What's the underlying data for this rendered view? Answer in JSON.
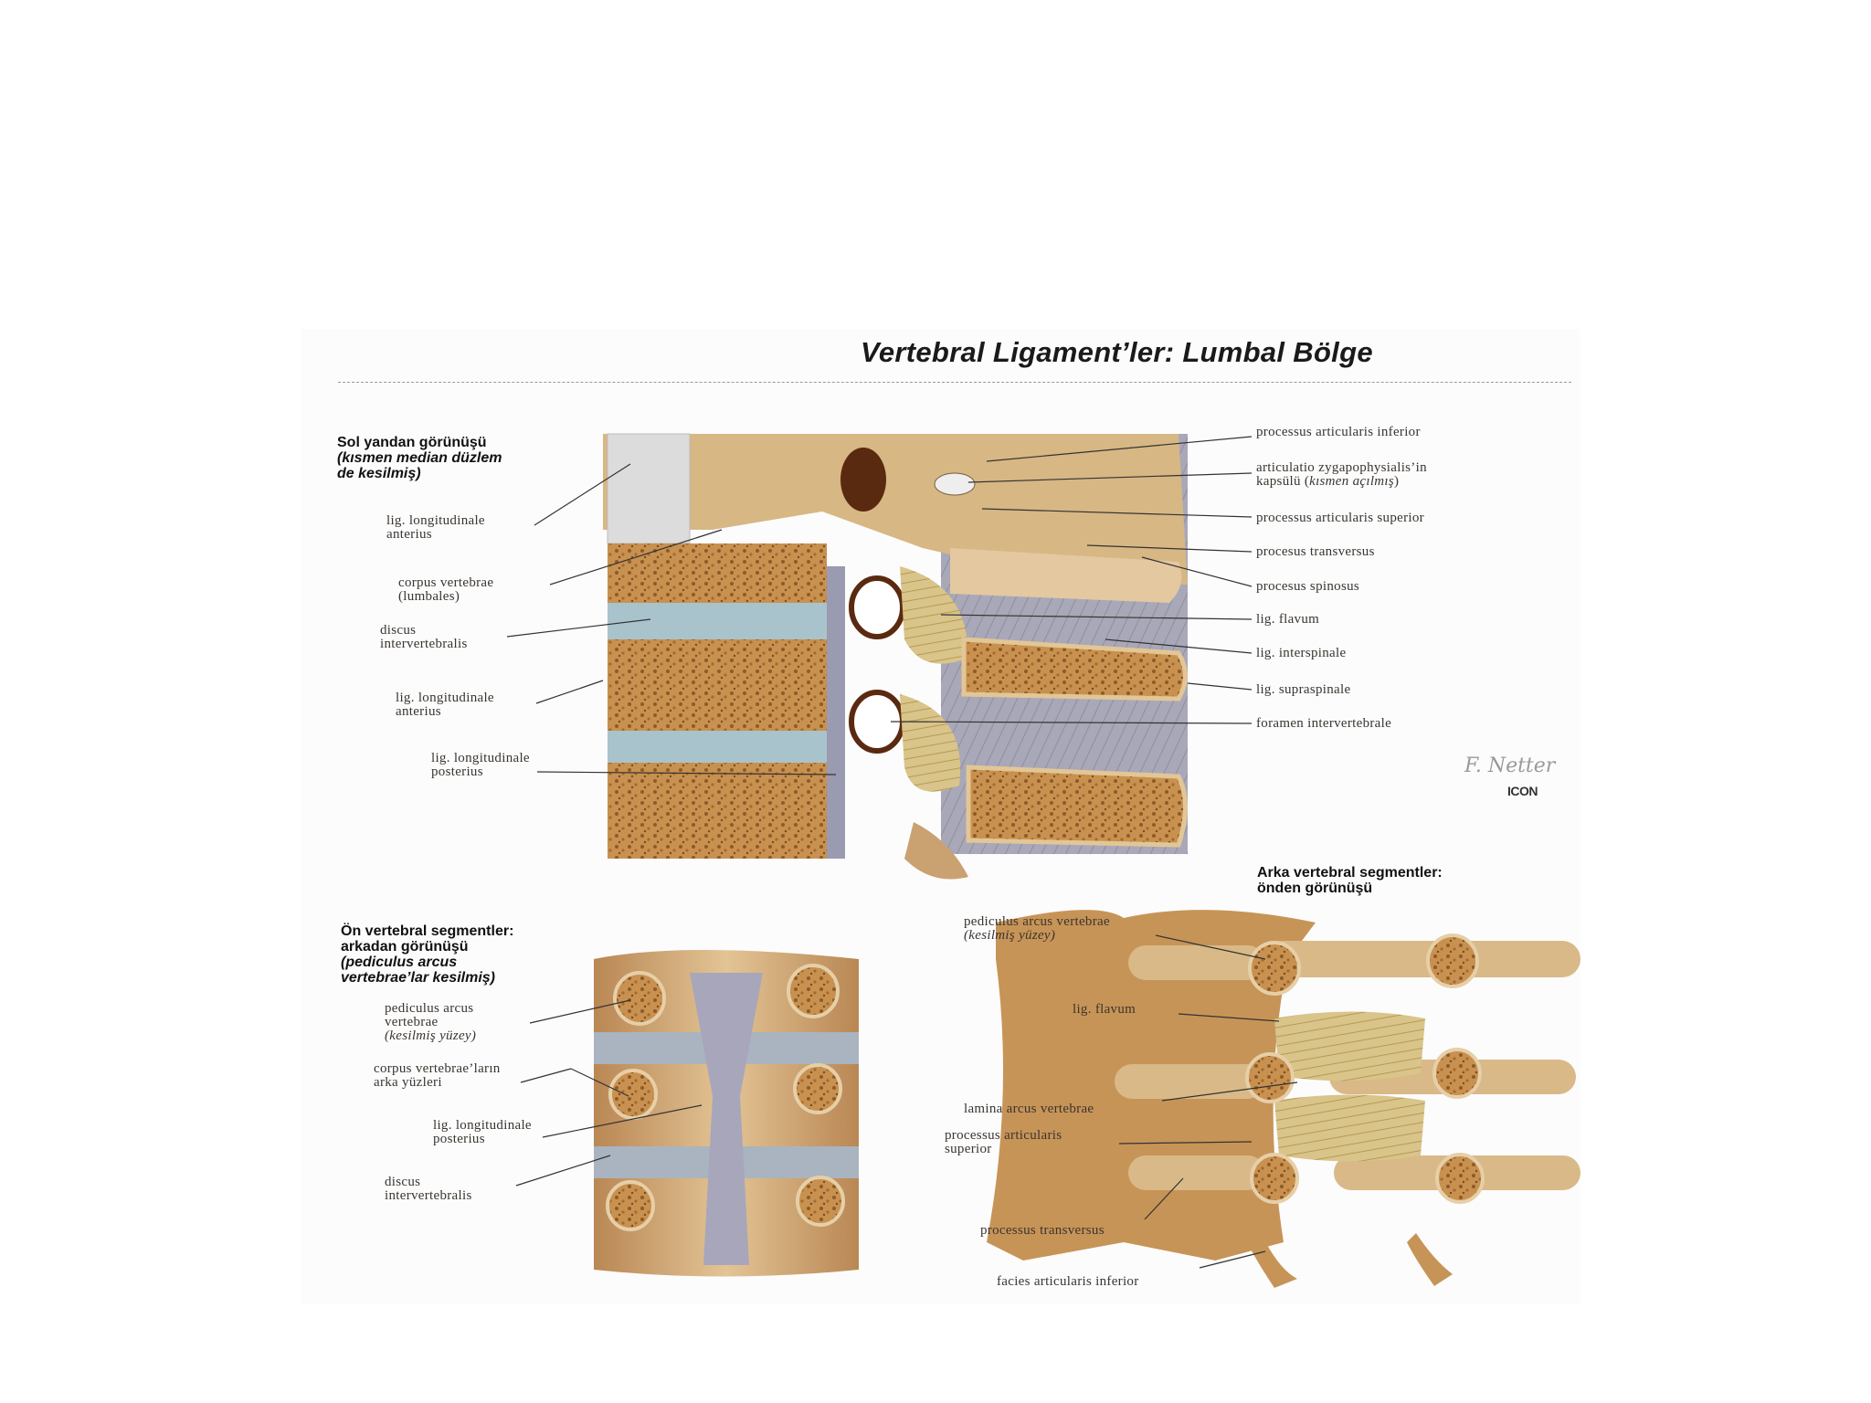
{
  "title": "Vertebral Ligament’ler: Lumbal Bölge",
  "lateral": {
    "heading": [
      "Sol yandan görünüşü",
      "(kısmen median düzlem",
      "de kesilmiş)"
    ],
    "left_labels": {
      "lig_long_ant_1": [
        "lig. longitudinale",
        "anterius"
      ],
      "corpus": [
        "corpus vertebrae",
        "(lumbales)"
      ],
      "discus": [
        "discus",
        "intervertebralis"
      ],
      "lig_long_ant_2": [
        "lig. longitudinale",
        "anterius"
      ],
      "lig_long_post": [
        "lig. longitudinale",
        "posterius"
      ]
    },
    "right_labels": {
      "proc_art_inf": "processus articularis inferior",
      "art_zyg_1": "articulatio  zygapophysialis’in",
      "art_zyg_2a": "kapsülü (",
      "art_zyg_2b": "kısmen açılmış",
      "art_zyg_2c": ")",
      "proc_art_sup": "processus articularis superior",
      "proc_trans": "procesus transversus",
      "proc_spin": "procesus spinosus",
      "lig_flavum": "lig. flavum",
      "lig_interspin": "lig. interspinale",
      "lig_supraspin": "lig. supraspinale",
      "foramen": "foramen intervertebrale"
    }
  },
  "anterior_segments": {
    "heading": [
      "Ön vertebral segmentler:",
      "arkadan görünüşü"
    ],
    "heading_italic": [
      "(pediculus arcus",
      "vertebrae’lar kesilmiş)"
    ],
    "labels": {
      "pediculus": [
        "pediculus arcus",
        "vertebrae"
      ],
      "pediculus_note": "(kesilmiş yüzey)",
      "corpus_back": [
        "corpus vertebrae’ların",
        "arka yüzleri"
      ],
      "lig_long_post": [
        "lig. longitudinale",
        "posterius"
      ],
      "discus": [
        "discus",
        "intervertebralis"
      ]
    }
  },
  "posterior_segments": {
    "heading": [
      "Arka vertebral segmentler:",
      "önden görünüşü"
    ],
    "labels": {
      "pediculus": "pediculus arcus vertebrae",
      "pediculus_note": "(kesilmiş yüzey)",
      "lig_flavum": "lig. flavum",
      "lamina": "lamina arcus vertebrae",
      "proc_art_sup": [
        "processus articularis",
        "superior"
      ],
      "proc_trans": "processus transversus",
      "facies": "facies articularis inferior"
    }
  },
  "signature": "F. Netter",
  "logo": "ICON",
  "colors": {
    "bone": "#c9965a",
    "bone_light": "#e8cfa0",
    "disc": "#a9c3cc",
    "ligament": "#a7a6b6",
    "cancellous": "#b97a3a",
    "text": "#3a3530"
  }
}
